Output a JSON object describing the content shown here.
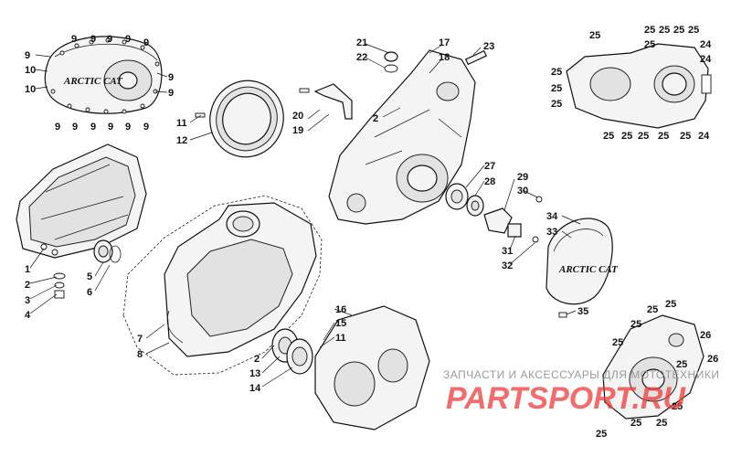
{
  "callouts": {
    "c1": "9",
    "c2": "9",
    "c3": "9",
    "c4": "9",
    "c5": "9",
    "c6": "9",
    "c7": "9",
    "c8": "10",
    "c9": "9",
    "c10": "10",
    "c11": "9",
    "c12": "9",
    "c13": "9",
    "c14": "9",
    "c15": "9",
    "c16": "9",
    "c17": "9",
    "c18": "11",
    "c19": "12",
    "c20": "21",
    "c21": "22",
    "c22": "17",
    "c23": "18",
    "c24": "23",
    "c25": "20",
    "c26": "19",
    "c27": "2",
    "c28": "25",
    "c29": "25",
    "c30": "25",
    "c31": "25",
    "c32": "24",
    "c33": "25",
    "c34": "25",
    "c35": "25",
    "c36": "25",
    "c37": "25",
    "c38": "25",
    "c39": "25",
    "c40": "25",
    "c41": "24",
    "c42": "1",
    "c43": "2",
    "c44": "3",
    "c45": "4",
    "c46": "5",
    "c47": "6",
    "c48": "27",
    "c49": "28",
    "c50": "29",
    "c51": "30",
    "c52": "31",
    "c53": "32",
    "c54": "34",
    "c55": "33",
    "c56": "35",
    "c57": "7",
    "c58": "8",
    "c59": "2",
    "c60": "13",
    "c61": "14",
    "c62": "16",
    "c63": "15",
    "c64": "11",
    "c65": "25",
    "c66": "25",
    "c67": "25",
    "c68": "26",
    "c69": "25",
    "c70": "26",
    "c71": "25",
    "c72": "25",
    "c73": "25",
    "c74": "25",
    "c75": "25"
  },
  "logos": {
    "belt_cover": "ARCTIC CAT",
    "stator_cover": "ARCTIC CAT"
  },
  "watermark": {
    "tagline": "ЗАПЧАСТИ И АКСЕССУАРЫ ДЛЯ МОТОТЕХНИКИ",
    "brand": "PARTSPORT.RU"
  }
}
